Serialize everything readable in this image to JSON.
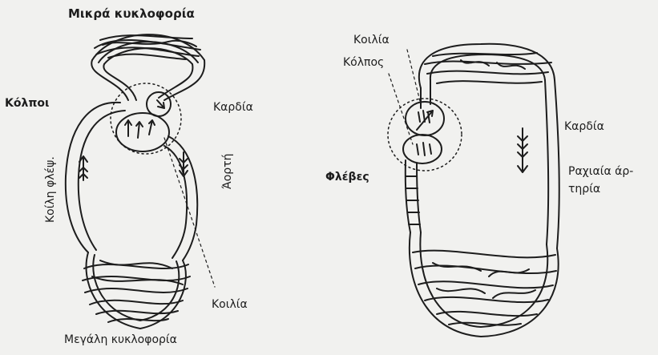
{
  "left_diagram": {
    "labels": {
      "small_circulation": "Μικρά κυκλοφορία",
      "atria": "Κόλποι",
      "heart": "Καρδία",
      "vena_cava": "Κοίλη φλέψ.",
      "aorta": "Άορτή",
      "ventricle": "Κοιλία",
      "large_circulation": "Μεγάλη κυκλοφορία"
    }
  },
  "right_diagram": {
    "labels": {
      "ventricle": "Κοιλία",
      "atrium": "Κόλπος",
      "heart": "Καρδία",
      "veins": "Φλέβες",
      "dorsal_artery": "Ραχιαία άρ-\nτηρία"
    }
  },
  "colors": {
    "ink": "#1d1d1d",
    "paper": "#f1f1ef"
  }
}
